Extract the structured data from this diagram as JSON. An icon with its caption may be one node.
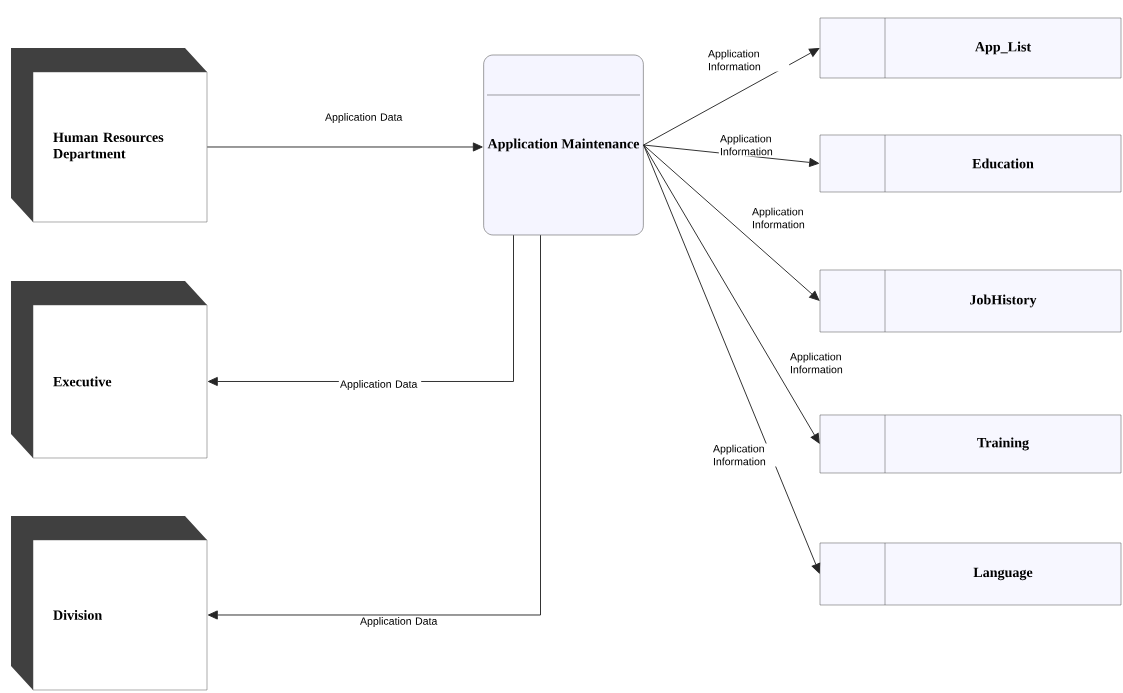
{
  "diagram": {
    "nodes": [
      {
        "text": [
          "Human Resources Department"
        ]
      },
      {
        "text": [
          "Executive"
        ]
      },
      {
        "text": [
          "Division"
        ]
      },
      {
        "text": [
          "Application Maintenance"
        ]
      },
      {
        "text": [
          "App_List"
        ]
      },
      {
        "text": [
          "Education"
        ]
      },
      {
        "text": [
          "JobHistory"
        ]
      },
      {
        "text": [
          "Training"
        ]
      },
      {
        "text": [
          "Language"
        ]
      }
    ],
    "edges": [
      {
        "from": 0,
        "to": 3,
        "arrow": "to",
        "label": "Application Data"
      },
      {
        "from": 3,
        "to": 1,
        "arrow": "to",
        "label": "Application Data"
      },
      {
        "from": 3,
        "to": 2,
        "arrow": "to",
        "label": "Application Data"
      },
      {
        "from": 3,
        "to": 4,
        "arrow": "to",
        "label": "Application Information"
      },
      {
        "from": 3,
        "to": 5,
        "arrow": "to",
        "label": "Application Information"
      },
      {
        "from": 3,
        "to": 6,
        "arrow": "to",
        "label": "Application Information"
      },
      {
        "from": 3,
        "to": 7,
        "arrow": "to",
        "label": "Application Information"
      },
      {
        "from": 3,
        "to": 8,
        "arrow": "to",
        "label": "Application Information"
      }
    ]
  }
}
